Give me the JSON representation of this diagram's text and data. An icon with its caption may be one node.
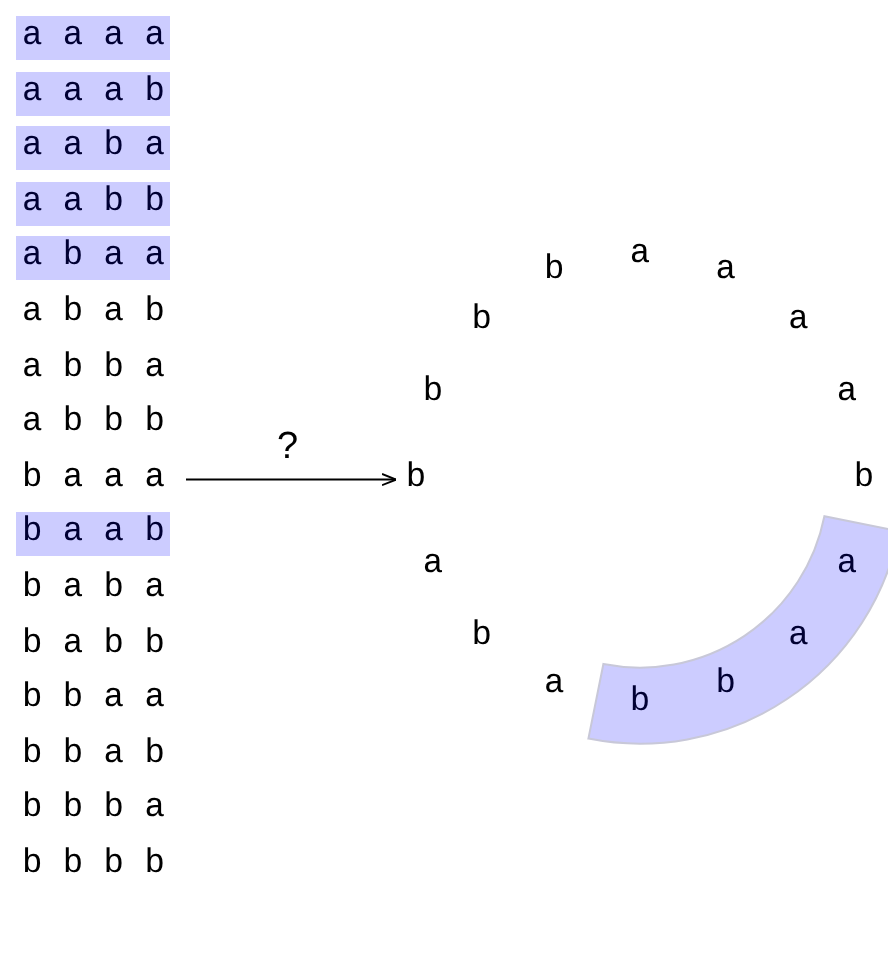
{
  "diagram": {
    "nodes": [
      {
        "text": [
          "a a a a"
        ]
      },
      {
        "text": [
          "a a a b"
        ]
      },
      {
        "text": [
          "a a b a"
        ]
      },
      {
        "text": [
          "a a b b"
        ]
      },
      {
        "text": [
          "a b a a"
        ]
      },
      {
        "text": [
          "b a a a"
        ]
      },
      {
        "text": [
          "b a a b"
        ]
      },
      {
        "text": [
          "b"
        ]
      },
      {
        "text": [
          "a",
          "a",
          "b",
          "b"
        ]
      }
    ],
    "edges": [
      {
        "from": 5,
        "to": 7,
        "arrow": "to",
        "label": "?"
      }
    ],
    "labels": [
      "a b a b",
      "a b b a",
      "a b b b",
      "b a b a",
      "b a b b",
      "b b a a",
      "b b a b",
      "b b b a",
      "b b b b",
      "a",
      "a",
      "a",
      "a",
      "b",
      "a",
      "b",
      "a",
      "b",
      "b",
      "b"
    ]
  }
}
